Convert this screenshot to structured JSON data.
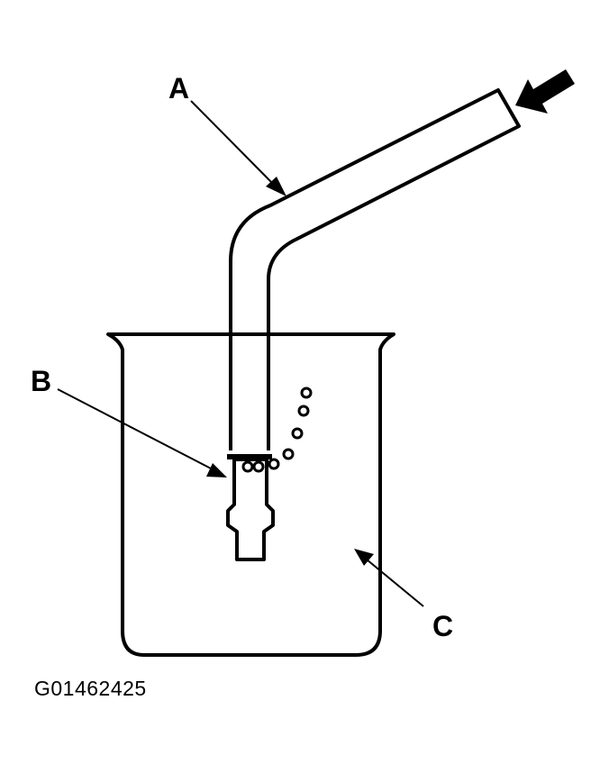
{
  "labels": {
    "a": "A",
    "b": "B",
    "c": "C"
  },
  "figure_id": "G01462425",
  "colors": {
    "ink": "#000000",
    "paper": "#ffffff"
  },
  "icons": {
    "air_flow_arrow": "flow-arrow-icon"
  }
}
